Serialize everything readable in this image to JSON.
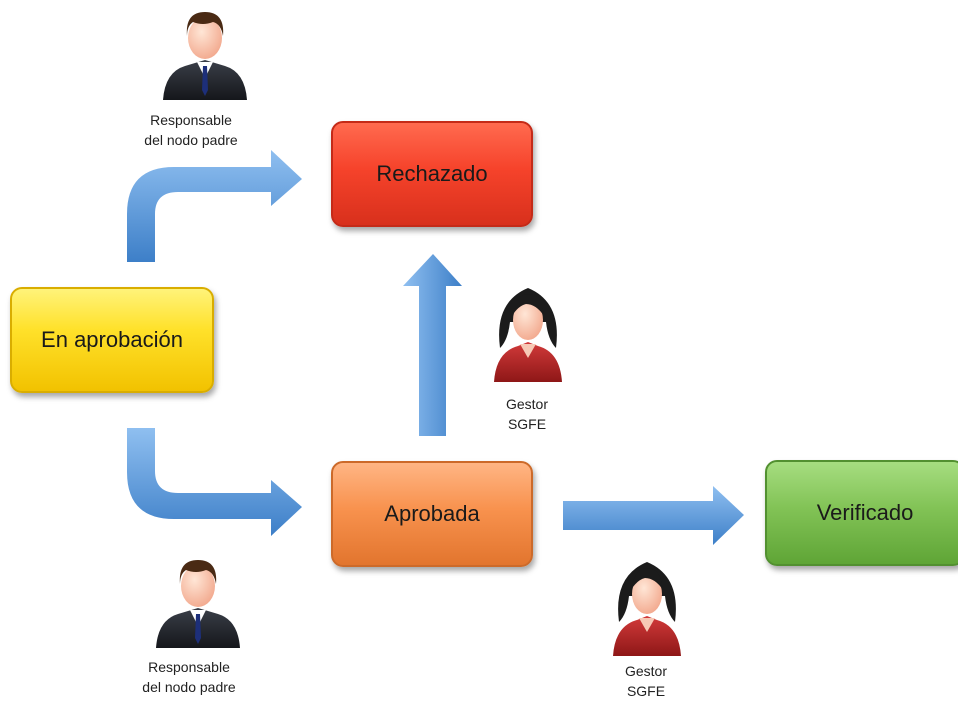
{
  "states": {
    "en_aprobacion": "En aprobación",
    "rechazado": "Rechazado",
    "aprobada": "Aprobada",
    "verificado": "Verificado"
  },
  "actors": {
    "top_responsible": {
      "line1": "Responsable",
      "line2": "del nodo padre",
      "icon": "male-user-icon"
    },
    "bottom_responsible": {
      "line1": "Responsable",
      "line2": "del nodo padre",
      "icon": "male-user-icon"
    },
    "middle_gestor": {
      "line1": "Gestor",
      "line2": "SGFE",
      "icon": "female-user-icon"
    },
    "right_gestor": {
      "line1": "Gestor",
      "line2": "SGFE",
      "icon": "female-user-icon"
    }
  },
  "colors": {
    "arrow": "#5b9bd5",
    "en_aprobacion": "#ffe12a",
    "rechazado": "#f6432b",
    "aprobada": "#f8924e",
    "verificado": "#82c356"
  }
}
